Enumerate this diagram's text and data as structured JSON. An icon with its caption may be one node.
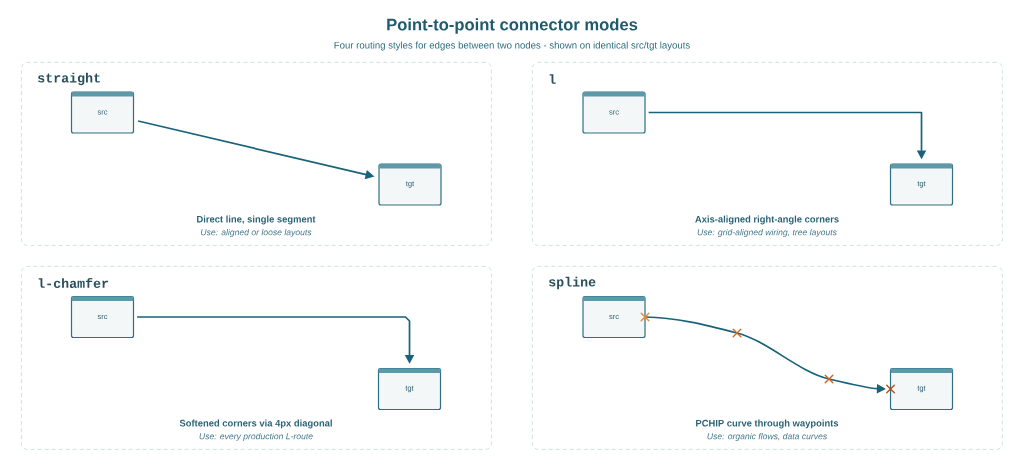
{
  "diagram": {
    "title": "Point-to-point connector modes",
    "caption": "Four routing styles for edges between two nodes - shown on identical src/tgt layouts",
    "nodes": [
      {
        "text": [
          "straight",
          "Direct line, single segment",
          "Use: aligned or loose layouts"
        ]
      },
      {
        "text": [
          "src"
        ],
        "in": 0
      },
      {
        "text": [
          "tgt"
        ],
        "in": 0
      },
      {
        "text": [
          "l",
          "Axis-aligned right-angle corners",
          "Use: grid-aligned wiring, tree layouts"
        ]
      },
      {
        "text": [
          "src"
        ],
        "in": 3
      },
      {
        "text": [
          "tgt"
        ],
        "in": 3
      },
      {
        "text": [
          "l-chamfer",
          "Softened corners via 4px diagonal",
          "Use: every production L-route"
        ]
      },
      {
        "text": [
          "src"
        ],
        "in": 6
      },
      {
        "text": [
          "tgt"
        ],
        "in": 6
      },
      {
        "text": [
          "spline",
          "PCHIP curve through waypoints",
          "Use: organic flows, data curves"
        ]
      },
      {
        "text": [
          "src"
        ],
        "in": 9
      },
      {
        "text": [
          "tgt"
        ],
        "in": 9
      }
    ],
    "edges": [
      {
        "from": 1,
        "to": 2,
        "arrow": "to"
      },
      {
        "from": 4,
        "to": 5,
        "arrow": "to"
      },
      {
        "from": 7,
        "to": 8,
        "arrow": "to"
      },
      {
        "from": 10,
        "to": 11,
        "arrow": "to"
      }
    ]
  }
}
